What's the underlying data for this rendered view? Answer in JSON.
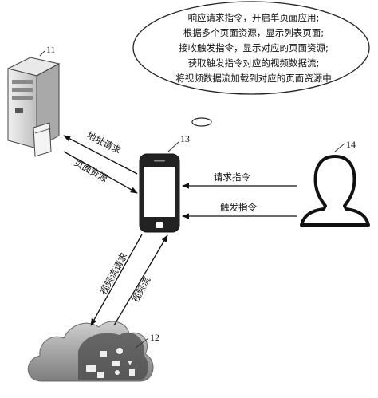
{
  "bubble": {
    "lines": [
      "响应请求指令，开启单页面应用;",
      "根据多个页面资源，显示列表页面;",
      "接收触发指令，显示对应的页面资源;",
      "获取触发指令对应的视频数据流;",
      "将视频数据流加载到对应的页面资源中"
    ]
  },
  "labels": {
    "server": "11",
    "cloud": "12",
    "phone": "13",
    "user": "14"
  },
  "arrows": {
    "address_request": "地址请求",
    "page_resource": "页面资源",
    "request_instruction": "请求指令",
    "trigger_instruction": "触发指令",
    "video_stream_request": "视频流请求",
    "video_stream": "视频流"
  }
}
